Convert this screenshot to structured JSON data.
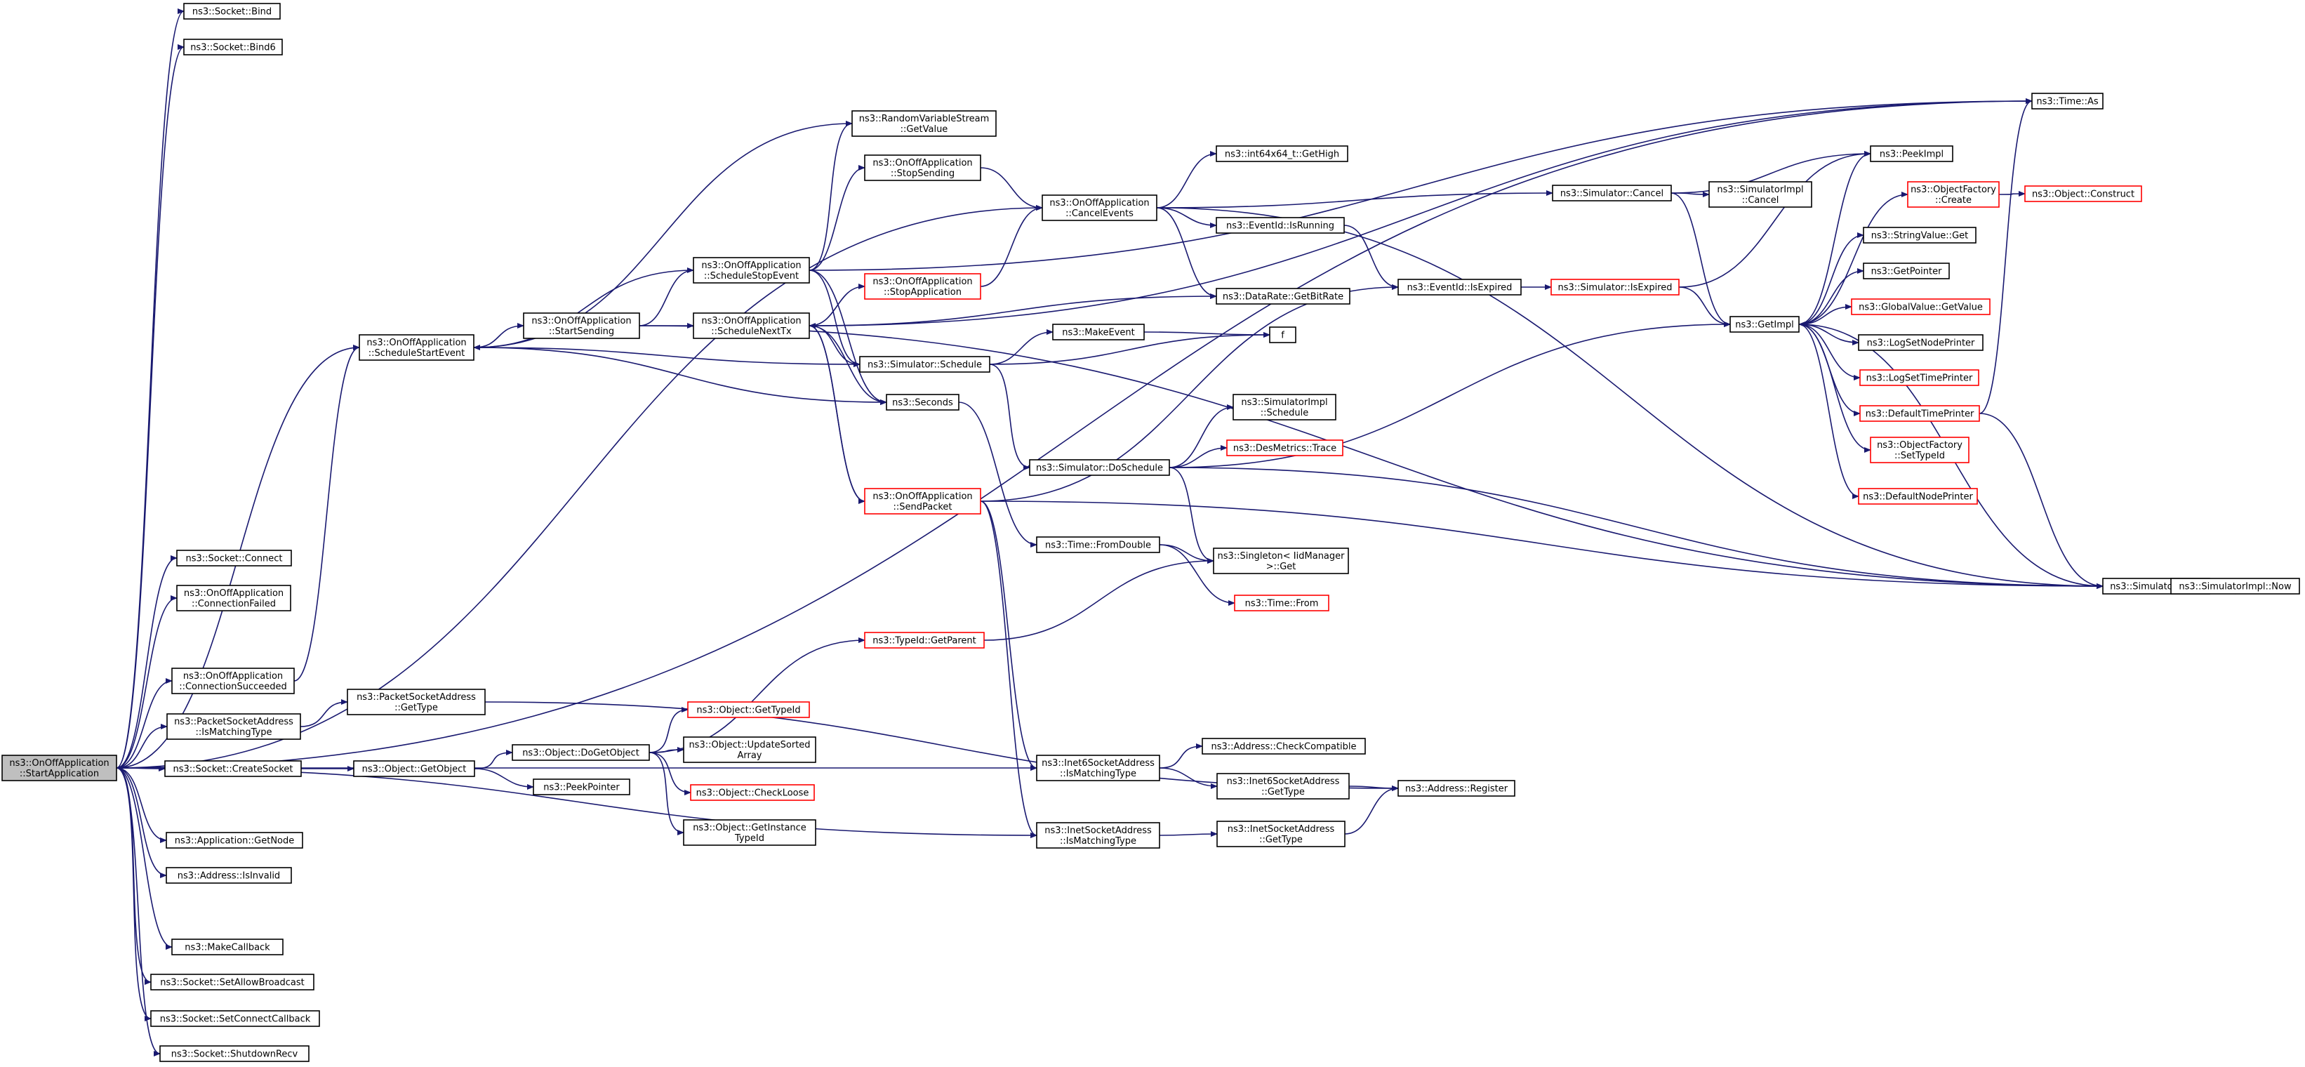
{
  "graph": {
    "title": "",
    "colors": {
      "edge": "#191970",
      "node_border": "#000000",
      "broken_link_border": "#ff0000",
      "root_fill": "#bfbfbf",
      "background": "#ffffff"
    },
    "nodes": [
      {
        "id": "n0",
        "lines": [
          "ns3::OnOffApplication",
          "::StartApplication"
        ],
        "style": "root"
      },
      {
        "id": "n1",
        "lines": [
          "ns3::Socket::Bind"
        ]
      },
      {
        "id": "n2",
        "lines": [
          "ns3::Socket::Bind6"
        ]
      },
      {
        "id": "n3",
        "lines": [
          "ns3::OnOffApplication",
          "::CancelEvents"
        ]
      },
      {
        "id": "n4",
        "lines": [
          "ns3::int64x64_t::GetHigh"
        ]
      },
      {
        "id": "n5",
        "lines": [
          "ns3::EventId::IsRunning"
        ]
      },
      {
        "id": "n6",
        "lines": [
          "ns3::Simulator::Cancel"
        ]
      },
      {
        "id": "n7",
        "lines": [
          "ns3::SimulatorImpl",
          "::Cancel"
        ]
      },
      {
        "id": "n8",
        "lines": [
          "ns3::PeekImpl"
        ]
      },
      {
        "id": "n9",
        "lines": [
          "ns3::EventId::IsExpired"
        ]
      },
      {
        "id": "n10",
        "lines": [
          "ns3::Simulator::IsExpired"
        ],
        "style": "red"
      },
      {
        "id": "n11",
        "lines": [
          "ns3::GetImpl"
        ]
      },
      {
        "id": "n12",
        "lines": [
          "ns3::DataRate::GetBitRate"
        ]
      },
      {
        "id": "n13",
        "lines": [
          "ns3::Simulator::Now"
        ]
      },
      {
        "id": "n14",
        "lines": [
          "ns3::SimulatorImpl::Now"
        ]
      },
      {
        "id": "n15",
        "lines": [
          "ns3::Time::As"
        ]
      },
      {
        "id": "n16",
        "lines": [
          "ns3::ObjectFactory",
          "::Create"
        ],
        "style": "red"
      },
      {
        "id": "n17",
        "lines": [
          "ns3::Object::Construct"
        ],
        "style": "red"
      },
      {
        "id": "n18",
        "lines": [
          "ns3::StringValue::Get"
        ]
      },
      {
        "id": "n19",
        "lines": [
          "ns3::GetPointer"
        ]
      },
      {
        "id": "n20",
        "lines": [
          "ns3::GlobalValue::GetValue"
        ],
        "style": "red"
      },
      {
        "id": "n21",
        "lines": [
          "ns3::LogSetNodePrinter"
        ]
      },
      {
        "id": "n22",
        "lines": [
          "ns3::LogSetTimePrinter"
        ],
        "style": "red"
      },
      {
        "id": "n23",
        "lines": [
          "ns3::DefaultTimePrinter"
        ],
        "style": "red"
      },
      {
        "id": "n24",
        "lines": [
          "ns3::ObjectFactory",
          "::SetTypeId"
        ],
        "style": "red"
      },
      {
        "id": "n25",
        "lines": [
          "ns3::DefaultNodePrinter"
        ],
        "style": "red"
      },
      {
        "id": "n26",
        "lines": [
          "ns3::Socket::Connect"
        ]
      },
      {
        "id": "n27",
        "lines": [
          "ns3::OnOffApplication",
          "::ConnectionFailed"
        ]
      },
      {
        "id": "n28",
        "lines": [
          "ns3::OnOffApplication",
          "::ConnectionSucceeded"
        ]
      },
      {
        "id": "n29",
        "lines": [
          "ns3::OnOffApplication",
          "::ScheduleStartEvent"
        ]
      },
      {
        "id": "n30",
        "lines": [
          "ns3::OnOffApplication",
          "::StartSending"
        ]
      },
      {
        "id": "n31",
        "lines": [
          "ns3::OnOffApplication",
          "::ScheduleNextTx"
        ]
      },
      {
        "id": "n32",
        "lines": [
          "ns3::OnOffApplication",
          "::ScheduleStopEvent"
        ]
      },
      {
        "id": "n33",
        "lines": [
          "ns3::RandomVariableStream",
          "::GetValue"
        ]
      },
      {
        "id": "n34",
        "lines": [
          "ns3::OnOffApplication",
          "::StopSending"
        ]
      },
      {
        "id": "n35",
        "lines": [
          "ns3::OnOffApplication",
          "::StopApplication"
        ],
        "style": "red"
      },
      {
        "id": "n36",
        "lines": [
          "ns3::Simulator::Schedule"
        ]
      },
      {
        "id": "n37",
        "lines": [
          "ns3::Seconds"
        ]
      },
      {
        "id": "n38",
        "lines": [
          "ns3::OnOffApplication",
          "::SendPacket"
        ],
        "style": "red"
      },
      {
        "id": "n39",
        "lines": [
          "ns3::MakeEvent"
        ]
      },
      {
        "id": "n40",
        "lines": [
          "f"
        ]
      },
      {
        "id": "n41",
        "lines": [
          "ns3::Simulator::DoSchedule"
        ]
      },
      {
        "id": "n42",
        "lines": [
          "ns3::SimulatorImpl",
          "::Schedule"
        ]
      },
      {
        "id": "n43",
        "lines": [
          "ns3::DesMetrics::Trace"
        ],
        "style": "red"
      },
      {
        "id": "n44",
        "lines": [
          "ns3::Singleton< IidManager",
          ">::Get"
        ]
      },
      {
        "id": "n45",
        "lines": [
          "ns3::Time::FromDouble"
        ]
      },
      {
        "id": "n46",
        "lines": [
          "ns3::Time::From"
        ],
        "style": "red"
      },
      {
        "id": "n47",
        "lines": [
          "ns3::TypeId::GetParent"
        ],
        "style": "red"
      },
      {
        "id": "n48",
        "lines": [
          "ns3::PacketSocketAddress",
          "::IsMatchingType"
        ]
      },
      {
        "id": "n49",
        "lines": [
          "ns3::PacketSocketAddress",
          "::GetType"
        ]
      },
      {
        "id": "n50",
        "lines": [
          "ns3::Address::Register"
        ]
      },
      {
        "id": "n51",
        "lines": [
          "ns3::Socket::CreateSocket"
        ]
      },
      {
        "id": "n52",
        "lines": [
          "ns3::Object::GetObject"
        ]
      },
      {
        "id": "n53",
        "lines": [
          "ns3::Object::DoGetObject"
        ]
      },
      {
        "id": "n54",
        "lines": [
          "ns3::Object::GetTypeId"
        ],
        "style": "red"
      },
      {
        "id": "n55",
        "lines": [
          "ns3::Object::UpdateSorted",
          "Array"
        ]
      },
      {
        "id": "n56",
        "lines": [
          "ns3::Object::CheckLoose"
        ],
        "style": "red"
      },
      {
        "id": "n57",
        "lines": [
          "ns3::Object::GetInstance",
          "TypeId"
        ]
      },
      {
        "id": "n58",
        "lines": [
          "ns3::PeekPointer"
        ]
      },
      {
        "id": "n59",
        "lines": [
          "ns3::Inet6SocketAddress",
          "::IsMatchingType"
        ]
      },
      {
        "id": "n60",
        "lines": [
          "ns3::Address::CheckCompatible"
        ]
      },
      {
        "id": "n61",
        "lines": [
          "ns3::Inet6SocketAddress",
          "::GetType"
        ]
      },
      {
        "id": "n62",
        "lines": [
          "ns3::InetSocketAddress",
          "::IsMatchingType"
        ]
      },
      {
        "id": "n63",
        "lines": [
          "ns3::InetSocketAddress",
          "::GetType"
        ]
      },
      {
        "id": "n64",
        "lines": [
          "ns3::Application::GetNode"
        ]
      },
      {
        "id": "n65",
        "lines": [
          "ns3::Address::IsInvalid"
        ]
      },
      {
        "id": "n66",
        "lines": [
          "ns3::MakeCallback"
        ]
      },
      {
        "id": "n67",
        "lines": [
          "ns3::Socket::SetAllowBroadcast"
        ]
      },
      {
        "id": "n68",
        "lines": [
          "ns3::Socket::SetConnectCallback"
        ]
      },
      {
        "id": "n69",
        "lines": [
          "ns3::Socket::ShutdownRecv"
        ]
      }
    ],
    "edges": [
      [
        "n0",
        "n1"
      ],
      [
        "n0",
        "n2"
      ],
      [
        "n0",
        "n3"
      ],
      [
        "n0",
        "n26"
      ],
      [
        "n0",
        "n27"
      ],
      [
        "n0",
        "n28"
      ],
      [
        "n0",
        "n48"
      ],
      [
        "n0",
        "n51"
      ],
      [
        "n0",
        "n59"
      ],
      [
        "n0",
        "n62"
      ],
      [
        "n0",
        "n64"
      ],
      [
        "n0",
        "n65"
      ],
      [
        "n0",
        "n66"
      ],
      [
        "n0",
        "n67"
      ],
      [
        "n0",
        "n68"
      ],
      [
        "n0",
        "n69"
      ],
      [
        "n0",
        "n15"
      ],
      [
        "n0",
        "n29"
      ],
      [
        "n28",
        "n29"
      ],
      [
        "n29",
        "n30"
      ],
      [
        "n29",
        "n36"
      ],
      [
        "n29",
        "n37"
      ],
      [
        "n29",
        "n33"
      ],
      [
        "n30",
        "n31"
      ],
      [
        "n30",
        "n32"
      ],
      [
        "n30",
        "n13"
      ],
      [
        "n31",
        "n35"
      ],
      [
        "n31",
        "n36"
      ],
      [
        "n31",
        "n37"
      ],
      [
        "n31",
        "n38"
      ],
      [
        "n31",
        "n12"
      ],
      [
        "n31",
        "n15"
      ],
      [
        "n32",
        "n33"
      ],
      [
        "n32",
        "n34"
      ],
      [
        "n32",
        "n36"
      ],
      [
        "n32",
        "n37"
      ],
      [
        "n32",
        "n29"
      ],
      [
        "n32",
        "n15"
      ],
      [
        "n34",
        "n3"
      ],
      [
        "n35",
        "n3"
      ],
      [
        "n36",
        "n39"
      ],
      [
        "n36",
        "n40"
      ],
      [
        "n36",
        "n41"
      ],
      [
        "n39",
        "n40"
      ],
      [
        "n37",
        "n45"
      ],
      [
        "n45",
        "n46"
      ],
      [
        "n45",
        "n44"
      ],
      [
        "n38",
        "n31"
      ],
      [
        "n38",
        "n9"
      ],
      [
        "n38",
        "n59"
      ],
      [
        "n38",
        "n62"
      ],
      [
        "n38",
        "n13"
      ],
      [
        "n3",
        "n4"
      ],
      [
        "n3",
        "n5"
      ],
      [
        "n3",
        "n6"
      ],
      [
        "n3",
        "n12"
      ],
      [
        "n3",
        "n13"
      ],
      [
        "n5",
        "n9"
      ],
      [
        "n9",
        "n10"
      ],
      [
        "n10",
        "n11"
      ],
      [
        "n10",
        "n8"
      ],
      [
        "n6",
        "n7"
      ],
      [
        "n6",
        "n8"
      ],
      [
        "n6",
        "n11"
      ],
      [
        "n41",
        "n42"
      ],
      [
        "n41",
        "n43"
      ],
      [
        "n41",
        "n44"
      ],
      [
        "n41",
        "n11"
      ],
      [
        "n41",
        "n13"
      ],
      [
        "n11",
        "n8"
      ],
      [
        "n11",
        "n16"
      ],
      [
        "n11",
        "n18"
      ],
      [
        "n11",
        "n19"
      ],
      [
        "n11",
        "n20"
      ],
      [
        "n11",
        "n21"
      ],
      [
        "n11",
        "n22"
      ],
      [
        "n11",
        "n23"
      ],
      [
        "n11",
        "n24"
      ],
      [
        "n11",
        "n25"
      ],
      [
        "n16",
        "n17"
      ],
      [
        "n23",
        "n13"
      ],
      [
        "n23",
        "n15"
      ],
      [
        "n13",
        "n14"
      ],
      [
        "n13",
        "n11"
      ],
      [
        "n47",
        "n44"
      ],
      [
        "n48",
        "n49"
      ],
      [
        "n49",
        "n50"
      ],
      [
        "n51",
        "n52"
      ],
      [
        "n52",
        "n53"
      ],
      [
        "n52",
        "n58"
      ],
      [
        "n53",
        "n47"
      ],
      [
        "n53",
        "n54"
      ],
      [
        "n53",
        "n55"
      ],
      [
        "n53",
        "n56"
      ],
      [
        "n53",
        "n57"
      ],
      [
        "n59",
        "n60"
      ],
      [
        "n59",
        "n61"
      ],
      [
        "n61",
        "n50"
      ],
      [
        "n62",
        "n63"
      ],
      [
        "n63",
        "n50"
      ]
    ]
  }
}
